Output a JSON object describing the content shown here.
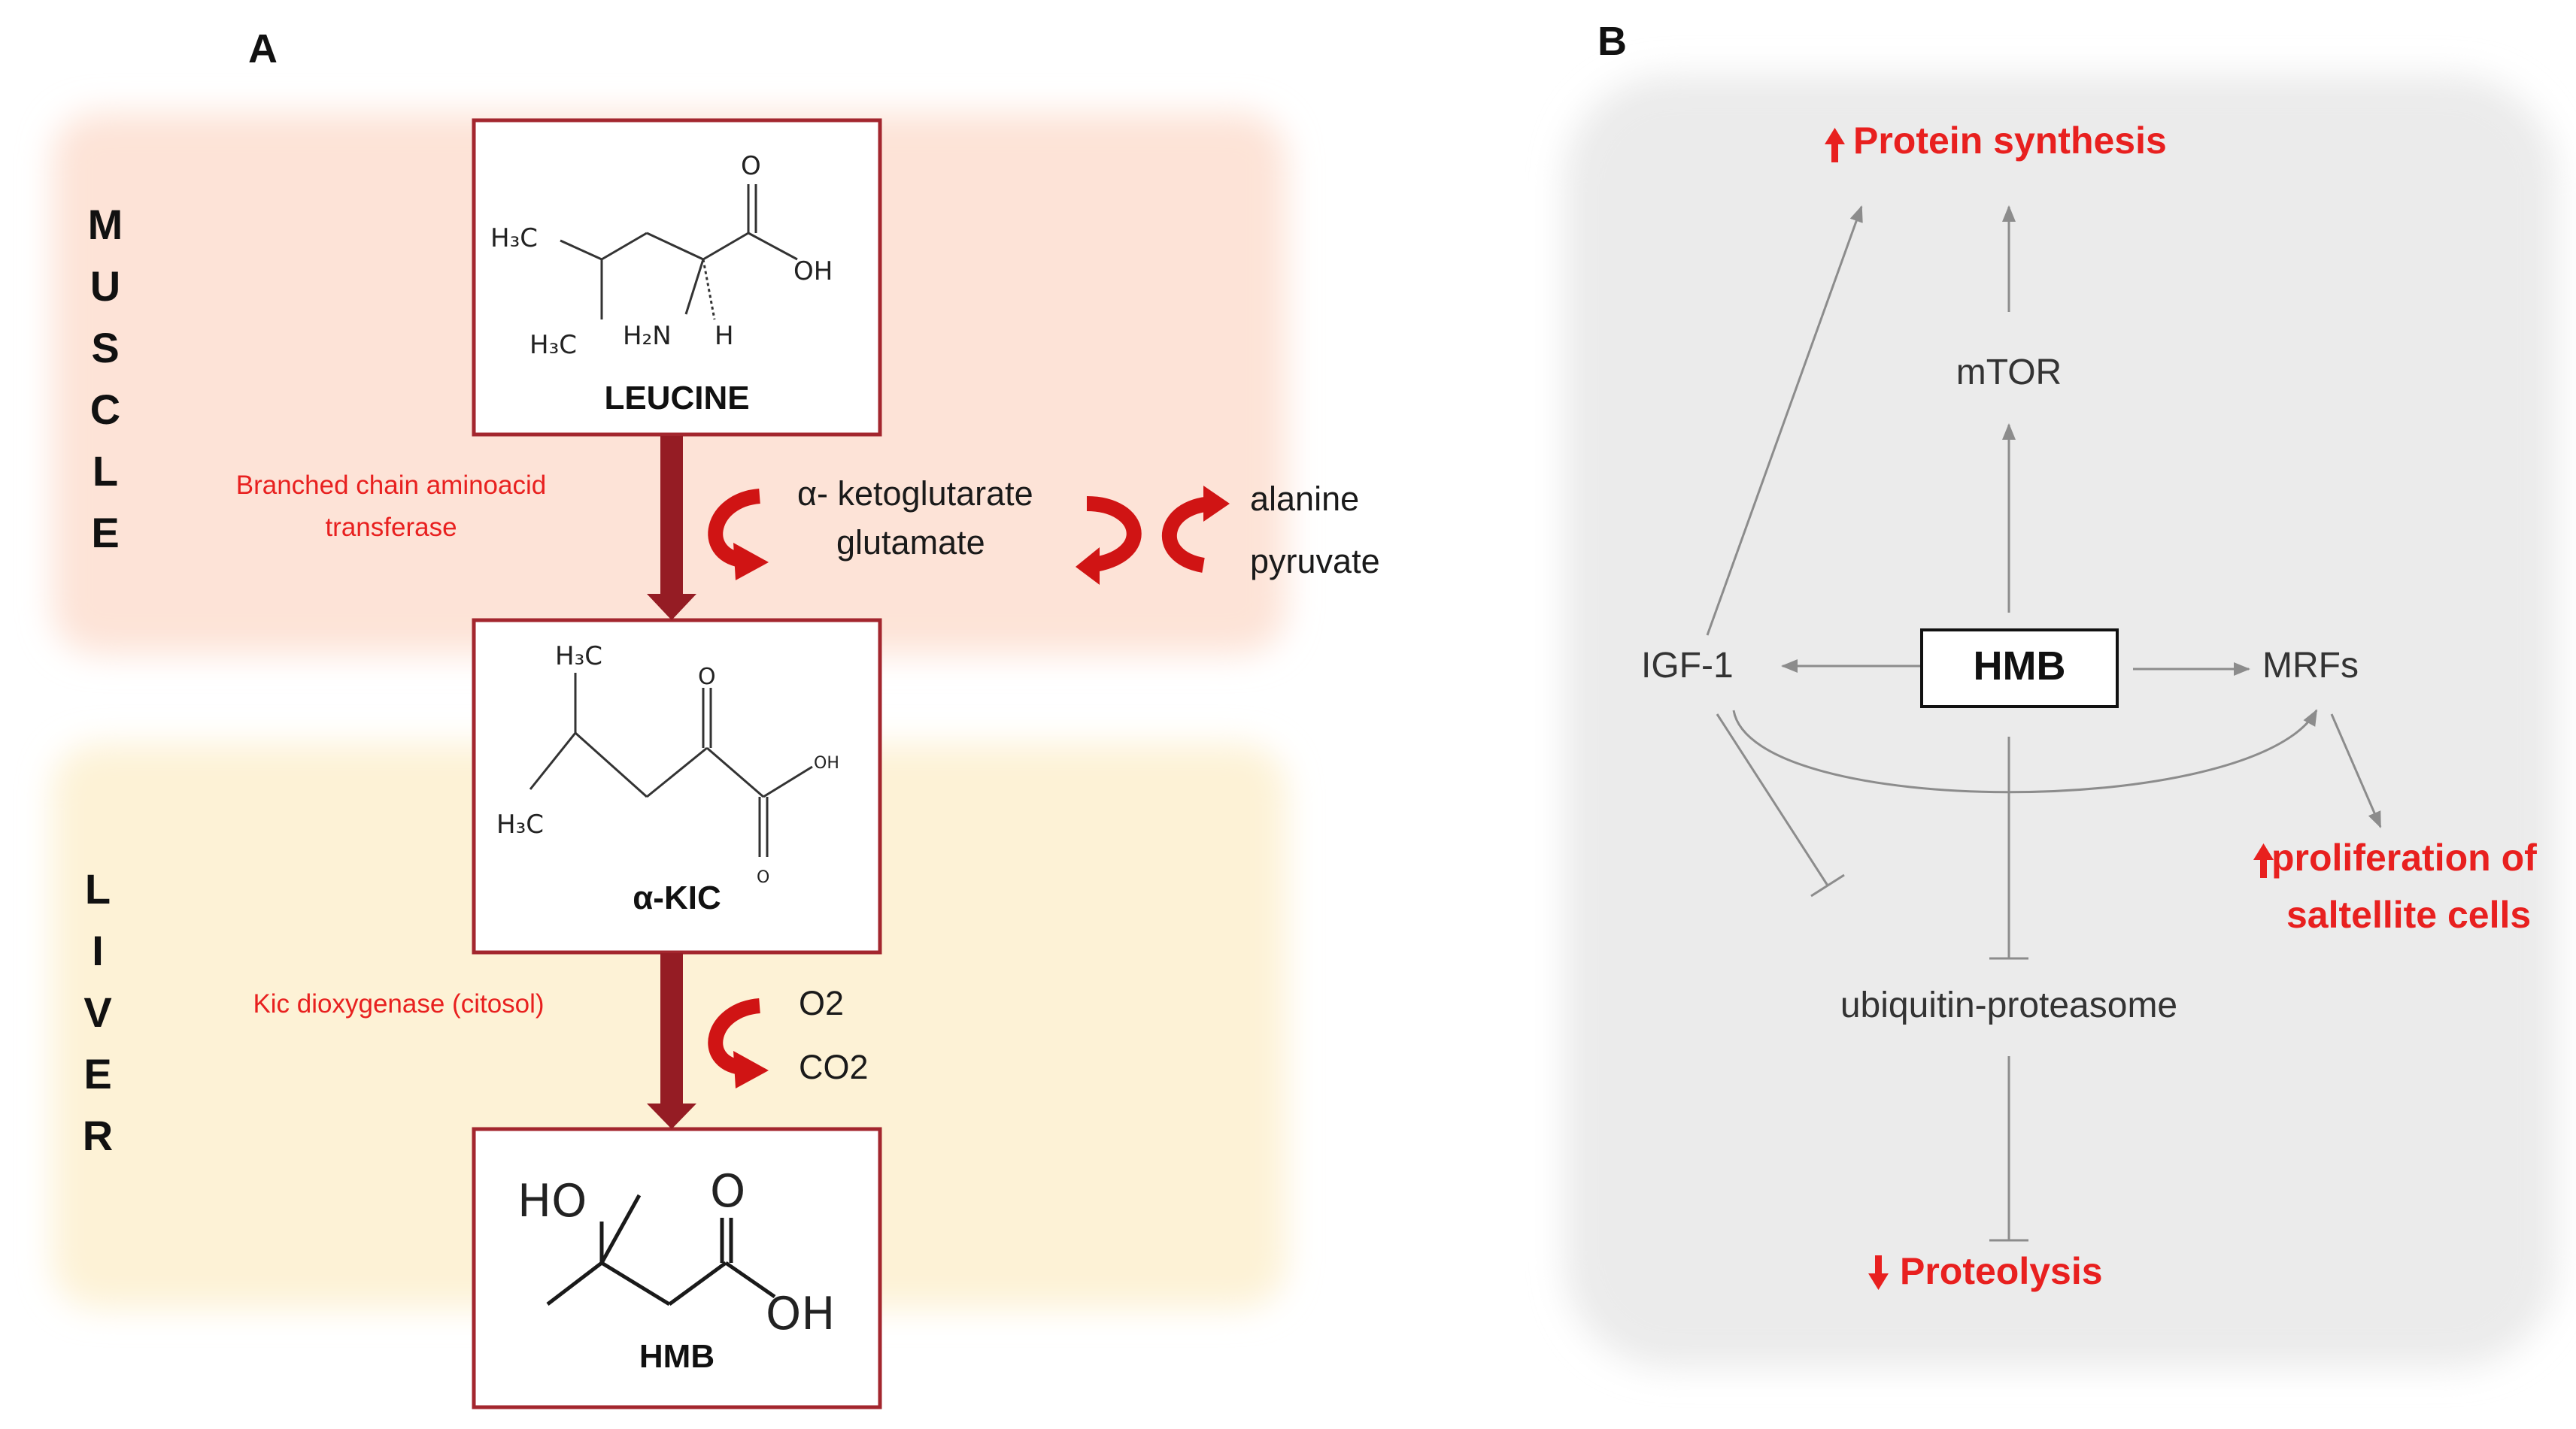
{
  "panel_a": {
    "letter": "A",
    "tissues": {
      "muscle": [
        "M",
        "U",
        "S",
        "C",
        "L",
        "E"
      ],
      "liver": [
        "L",
        "I",
        "V",
        "E",
        "R"
      ]
    },
    "molecules": {
      "leucine": "LEUCINE",
      "kic": "α-KIC",
      "hmb": "HMB"
    },
    "enzymes": {
      "step1": "Branched chain aminoacid\ntransferase",
      "step2": "Kic dioxygenase (citosol)"
    },
    "cofactors": {
      "ketoglutarate": "α- ketoglutarate",
      "glutamate": "glutamate",
      "alanine": "alanine",
      "pyruvate": "pyruvate",
      "o2": "O2",
      "co2": "CO2"
    },
    "structure_atoms": {
      "leucine": [
        "H₃C",
        "H₃C",
        "O",
        "OH",
        "H₂N",
        "H"
      ],
      "kic": [
        "H₃C",
        "H₃C",
        "O",
        "OH",
        "O"
      ],
      "hmb": [
        "HO",
        "O",
        "OH"
      ]
    },
    "colors": {
      "muscle_band": "#fde3d7",
      "liver_band": "#fdf2d6",
      "arrow_dark_red": "#951c24",
      "curved_arrow_red": "#d01414",
      "box_border": "#a3262e"
    }
  },
  "panel_b": {
    "letter": "B",
    "hub": "HMB",
    "nodes": {
      "mtor": "mTOR",
      "igf1": "IGF-1",
      "mrfs": "MRFs",
      "ubiquitin": "ubiquitin-proteasome"
    },
    "outcomes": {
      "protein_synthesis": "Protein synthesis",
      "protein_synthesis_dir": "up",
      "proliferation_line1": "proliferation of",
      "proliferation_line2": "saltellite cells",
      "proliferation_dir": "up",
      "proteolysis": "Proteolysis",
      "proteolysis_dir": "down"
    },
    "colors": {
      "background": "#ebebeb",
      "outcome_text": "#e8201f",
      "edge": "#8c8c8c"
    }
  }
}
